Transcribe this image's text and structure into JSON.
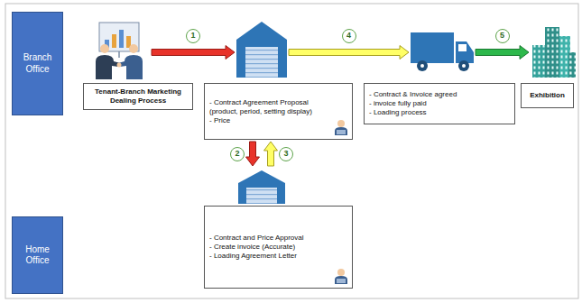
{
  "diagram": {
    "nodes": [
      {
        "text": [
          "Branch Office"
        ]
      },
      {
        "text": [
          "Tenant-Branch Marketing Dealing Process"
        ]
      },
      {
        "text": [
          "- Contract Agreement Proposal (product, period, setting display)",
          "- Price"
        ]
      },
      {
        "text": [
          "- Contract & Invoice agreed",
          "- invoice fully paid",
          "- Loading process"
        ]
      },
      {
        "text": [
          "Exhibition"
        ]
      },
      {
        "text": [
          "Home Office"
        ]
      },
      {
        "text": [
          "- Contract and Price Approval",
          "- Create invoice (Accurate)",
          "- Loading Agreement Letter"
        ]
      }
    ],
    "edges": [
      {
        "from": 1,
        "to": 2,
        "arrow": "to",
        "label": "1"
      },
      {
        "from": 2,
        "to": 6,
        "arrow": "to",
        "label": "2"
      },
      {
        "from": 6,
        "to": 2,
        "arrow": "to",
        "label": "3"
      },
      {
        "from": 2,
        "to": 3,
        "arrow": "to",
        "label": "4"
      },
      {
        "from": 3,
        "to": 4,
        "arrow": "to",
        "label": "5"
      }
    ]
  }
}
